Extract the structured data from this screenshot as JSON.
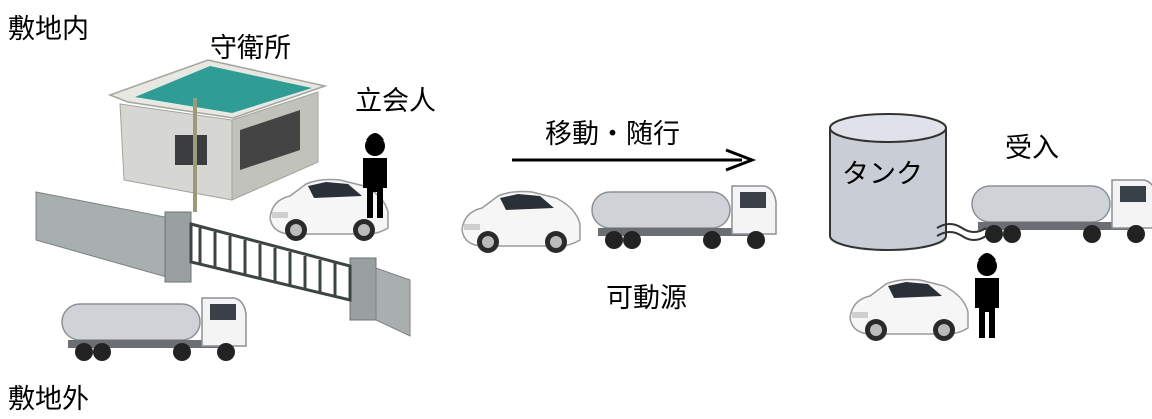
{
  "labels": {
    "inside_premises": "敷地内",
    "outside_premises": "敷地外",
    "guard_house": "守衛所",
    "witness": "立会人",
    "move_follow": "移動・随行",
    "mobile_source": "可動源",
    "tank": "タンク",
    "receiving": "受入"
  },
  "icons": {
    "guard_house": "guard-house-icon",
    "gate": "gate-icon",
    "car": "car-icon",
    "tanker_truck": "tanker-truck-icon",
    "person": "person-icon",
    "tank": "storage-tank-icon",
    "hose": "hose-icon",
    "arrow": "arrow-right-icon"
  },
  "colors": {
    "roof": "#2f9c95",
    "building_wall": "#d6d6d2",
    "wall": "#a9aeae",
    "tank_fill": "#c9ced6",
    "truck_tank": "#cfd3d8",
    "truck_cab": "#f4f4f4",
    "person": "#000000"
  }
}
